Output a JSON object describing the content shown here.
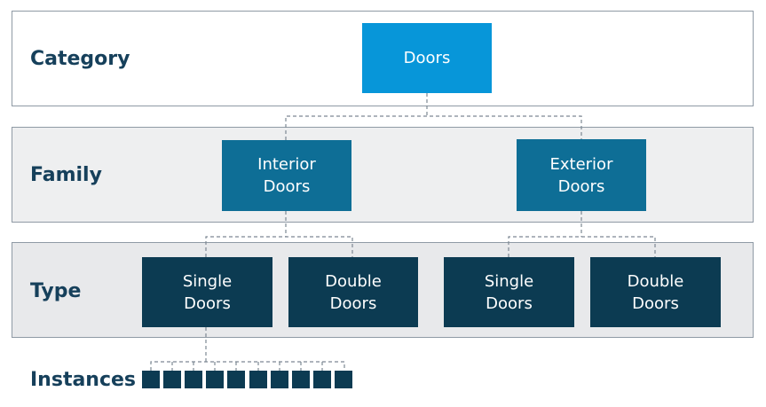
{
  "levels": {
    "category": "Category",
    "family": "Family",
    "type": "Type",
    "instances": "Instances"
  },
  "nodes": {
    "category": {
      "label": "Doors"
    },
    "families": [
      {
        "label": "Interior\nDoors"
      },
      {
        "label": "Exterior\nDoors"
      }
    ],
    "types": [
      {
        "label": "Single\nDoors"
      },
      {
        "label": "Double\nDoors"
      },
      {
        "label": "Single\nDoors"
      },
      {
        "label": "Double\nDoors"
      }
    ]
  },
  "colors": {
    "category_node": "#0796d9",
    "family_node": "#0e6e96",
    "type_node": "#0c3b52",
    "instance_node": "#0c3b52",
    "label_text": "#16405b",
    "connector": "#7d8893",
    "band_fill_alt": "#eeeff0"
  }
}
